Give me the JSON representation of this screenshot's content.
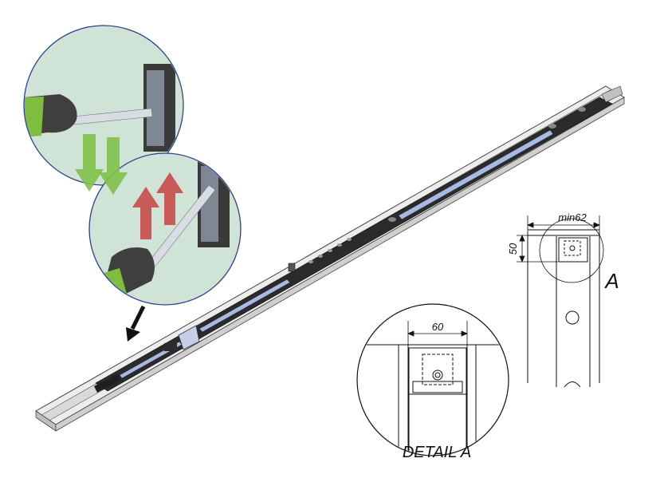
{
  "detail": {
    "width_dim": "60",
    "caption": "DETAIL A"
  },
  "side_view": {
    "width_dim": "min62",
    "height_dim": "50",
    "callout_letter": "A"
  },
  "colors": {
    "circle_fill": "#cfe3d6",
    "circle_stroke": "#2f3f8f",
    "arrow_down": "#7fc04a",
    "arrow_up": "#c94a4a",
    "rail_body": "#e8e8e8",
    "rail_dark": "#2b2b2b",
    "slot_blue": "#a9b9e6"
  },
  "icons": [
    "hand-icon",
    "wrench-icon",
    "arrow-down-icon",
    "arrow-up-icon",
    "pointer-arrow-icon"
  ]
}
